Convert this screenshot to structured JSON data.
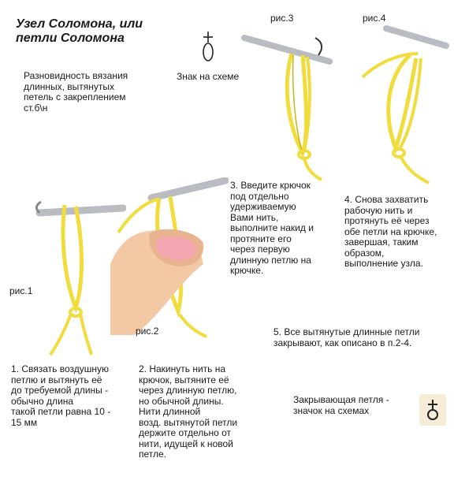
{
  "title": "Узел Соломона, или\nпетли Соломона",
  "intro": "Разновидность вязания\nдлинных, вытянутых\nпетель с закреплением\nст.б\\н",
  "symbol_label": "Знак на схеме",
  "figures": {
    "fig1": "рис.1",
    "fig2": "рис.2",
    "fig3": "рис.3",
    "fig4": "рис.4"
  },
  "steps": {
    "step1": "1. Связать воздушную\nпетлю и вытянуть её\nдо требуемой длины -\nобычно длина\nтакой петли равна 10 -\n15 мм",
    "step2": "2. Накинуть нить на\nкрючок, вытяните её\nчерез длинную петлю,\nно обычной длины.\nНити длинной\nвозд. вытянутой петли\nдержите отдельно от\nнити, идущей к новой\nпетле.",
    "step3": "3. Введите крючок\nпод отдельно\nудерживаемую\nВами нить,\nвыполните накид и\nпротяните его\nчерез первую\nдлинную петлю на\nкрючке.",
    "step4": "4.  Снова захватить\nрабочую нить и\nпротянуть её через\nобе петли на крючке,\nзавершая, таким\nобразом,\nвыполнение узла.",
    "step5": "5. Все вытянутые длинные петли\nзакрывают, как описано в п.2-4."
  },
  "closing_note": "Закрывающая петля -\nзначок на схемах",
  "colors": {
    "yarn": "#f0dc3c",
    "yarn_dark": "#c9b21e",
    "hook": "#b9bcc2",
    "finger": "#f3c8a5",
    "nail": "#f2a7b0",
    "symbol_bg": "#f6ecd7"
  }
}
